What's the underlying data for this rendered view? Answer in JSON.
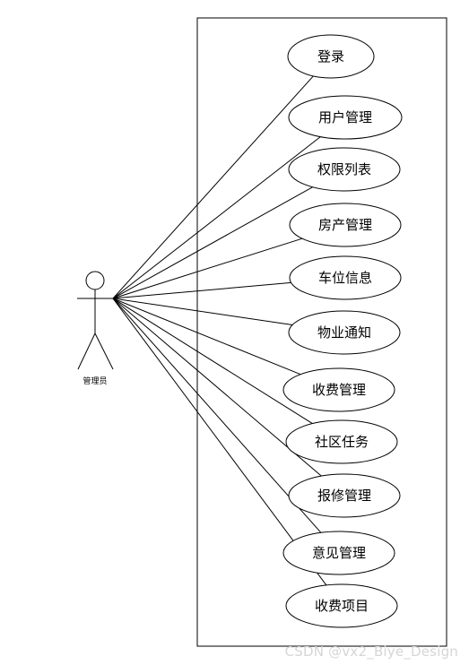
{
  "actor": {
    "label": "管理员"
  },
  "use_cases": [
    {
      "label": "登录"
    },
    {
      "label": "用户管理"
    },
    {
      "label": "权限列表"
    },
    {
      "label": "房产管理"
    },
    {
      "label": "车位信息"
    },
    {
      "label": "物业通知"
    },
    {
      "label": "收费管理"
    },
    {
      "label": "社区任务"
    },
    {
      "label": "报修管理"
    },
    {
      "label": "意见管理"
    },
    {
      "label": "收费项目"
    }
  ],
  "watermark": "CSDN @vx2_Biye_Design",
  "colors": {
    "stroke": "#000000",
    "background": "#ffffff",
    "watermark": "#d6d6d6"
  }
}
